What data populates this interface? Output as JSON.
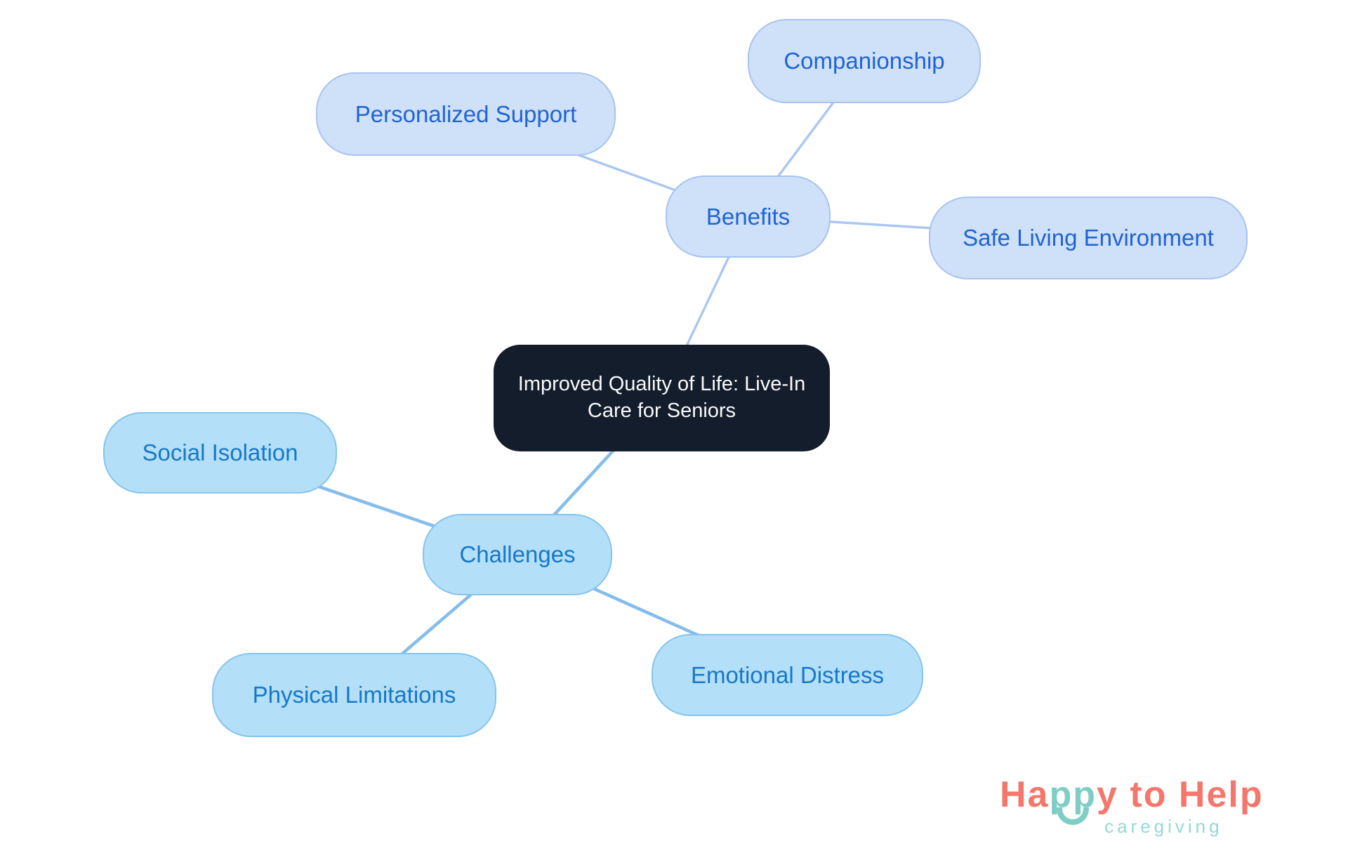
{
  "canvas": {
    "background": "#FFFFFF"
  },
  "diagram": {
    "type": "mindmap",
    "center": {
      "label": "Improved Quality of Life: Live-In Care for Seniors",
      "label_lines": [
        "Improved Quality of Life: Live-In",
        "Care for Seniors"
      ]
    },
    "nodes": {
      "benefits": {
        "label": "Benefits",
        "family": "top"
      },
      "personalized_support": {
        "label": "Personalized Support",
        "family": "top"
      },
      "companionship": {
        "label": "Companionship",
        "family": "top"
      },
      "safe_living_environment": {
        "label": "Safe Living Environment",
        "family": "top"
      },
      "challenges": {
        "label": "Challenges",
        "family": "bottom"
      },
      "social_isolation": {
        "label": "Social Isolation",
        "family": "bottom"
      },
      "physical_limitations": {
        "label": "Physical Limitations",
        "family": "bottom"
      },
      "emotional_distress": {
        "label": "Emotional Distress",
        "family": "bottom"
      }
    },
    "edges": [
      {
        "from": "center",
        "to": "benefits",
        "family": "top"
      },
      {
        "from": "benefits",
        "to": "personalized-support",
        "family": "top"
      },
      {
        "from": "benefits",
        "to": "companionship",
        "family": "top"
      },
      {
        "from": "benefits",
        "to": "safe-living-environment",
        "family": "top"
      },
      {
        "from": "center",
        "to": "challenges",
        "family": "bottom"
      },
      {
        "from": "challenges",
        "to": "social-isolation",
        "family": "bottom"
      },
      {
        "from": "challenges",
        "to": "physical-limitations",
        "family": "bottom"
      },
      {
        "from": "challenges",
        "to": "emotional-distress",
        "family": "bottom"
      }
    ],
    "edge_style": {
      "top_width": 3.4,
      "bottom_width": 4.6
    }
  },
  "colors": {
    "background": "#FFFFFF",
    "top_fill": "#CFE0F9",
    "top_border": "#A6C4F0",
    "top_text": "#1F64D3",
    "bottom_fill": "#B4DFF8",
    "bottom_border": "#85C4EE",
    "bottom_text": "#1678C8",
    "center_bg": "#141D2B",
    "center_text": "#F8FAFC",
    "edge_top": "#A9C7F2",
    "edge_bottom": "#84BDEC",
    "logo_coral": "#F3776B",
    "logo_teal": "#7FCEC6",
    "logo_tagline_teal": "#95D9D3"
  },
  "logo": {
    "part_ha": "Ha",
    "part_pp": "pp",
    "part_rest": "y to Help",
    "tagline": "caregiving"
  }
}
